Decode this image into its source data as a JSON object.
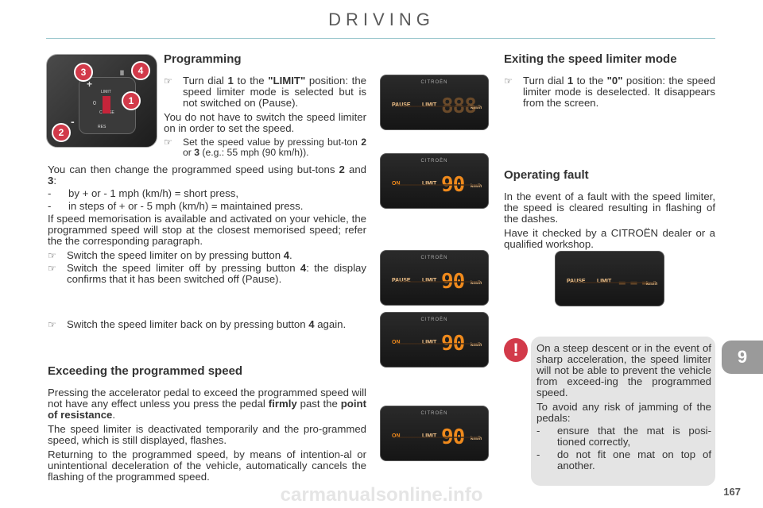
{
  "header": {
    "title": "DRIVING"
  },
  "page": {
    "number": "167",
    "chapter": "9",
    "watermark": "carmanualsonline.info"
  },
  "photo": {
    "badges": [
      "3",
      "4",
      "1",
      "2"
    ],
    "labels": [
      "+",
      "II",
      "LIMIT",
      "0",
      "-",
      "CRUISE",
      "RES"
    ]
  },
  "left": {
    "programming_title": "Programming",
    "prog_bullet1_pre": "Turn dial ",
    "prog_bullet1_b1": "1",
    "prog_bullet1_mid": " to the ",
    "prog_bullet1_b2": "\"LIMIT\"",
    "prog_bullet1_post": " position: the speed limiter mode is selected but is not switched on (Pause).",
    "prog_para1": "You do not have to switch the speed limiter on in order to set the speed.",
    "prog_bullet2_pre": "Set the speed value by pressing but-ton ",
    "prog_bullet2_b1": "2",
    "prog_bullet2_mid": " or ",
    "prog_bullet2_b2": "3",
    "prog_bullet2_post": " (e.g.: 55 mph (90 km/h)).",
    "change_pre": "You can then change the programmed speed using but-tons ",
    "change_b1": "2",
    "change_mid": " and ",
    "change_b2": "3",
    "change_post": ":",
    "dash1": "by + or - 1 mph (km/h) = short press,",
    "dash2": "in steps of + or - 5 mph (km/h) = maintained press.",
    "memo_para": "If speed memorisation is available and activated on your vehicle, the programmed speed will stop at the closest memorised speed; refer the the corresponding paragraph.",
    "switch_on_pre": "Switch the speed limiter on by pressing button ",
    "switch_on_b": "4",
    "switch_on_post": ".",
    "switch_off_pre": "Switch the speed limiter off by pressing button ",
    "switch_off_b": "4",
    "switch_off_post": ": the display confirms that it has been switched off (Pause).",
    "switch_back_pre": "Switch the speed limiter back on by pressing button ",
    "switch_back_b": "4",
    "switch_back_post": " again.",
    "exceed_title": "Exceeding the programmed speed",
    "exceed_p1_pre": "Pressing the accelerator pedal to exceed the programmed speed will not have any effect unless you press the pedal ",
    "exceed_p1_b1": "firmly",
    "exceed_p1_mid": " past the ",
    "exceed_p1_b2": "point of resistance",
    "exceed_p1_post": ".",
    "exceed_p2": "The speed limiter is deactivated temporarily and the pro-grammed speed, which is still displayed, flashes.",
    "exceed_p3": "Returning to the programmed speed, by means of intention-al or unintentional deceleration of the vehicle, automatically cancels the flashing of the programmed speed."
  },
  "displays": [
    {
      "brand": "CITROËN",
      "state": "PAUSE",
      "limit": "LIMIT",
      "digits": "888",
      "kmh": "km/h"
    },
    {
      "brand": "CITROËN",
      "state": "ON",
      "limit": "LIMIT",
      "digits": "90",
      "kmh": "km/h"
    },
    {
      "brand": "CITROËN",
      "state": "PAUSE",
      "limit": "LIMIT",
      "digits": "90",
      "kmh": "km/h"
    },
    {
      "brand": "CITROËN",
      "state": "ON",
      "limit": "LIMIT",
      "digits": "90",
      "kmh": "km/h"
    },
    {
      "brand": "CITROËN",
      "state": "ON",
      "limit": "LIMIT",
      "digits": "90",
      "kmh": "km/h"
    },
    {
      "brand": "",
      "state": "PAUSE",
      "limit": "LIMIT",
      "digits": "---",
      "kmh": "km/h"
    }
  ],
  "right": {
    "exit_title": "Exiting the speed limiter mode",
    "exit_pre": "Turn dial ",
    "exit_b1": "1",
    "exit_mid": " to the ",
    "exit_b2": "\"0\"",
    "exit_post": " position: the speed limiter mode is deselected. It disappears from the screen.",
    "fault_title": "Operating fault",
    "fault_p1": "In the event of a fault with the speed limiter, the speed is cleared resulting in flashing of the dashes.",
    "fault_p2": "Have it checked by a CITROËN dealer or a qualified workshop."
  },
  "warning": {
    "icon": "!",
    "p1": "On a steep descent or in the event of sharp acceleration, the speed limiter will not be able to prevent the vehicle from exceed-ing the programmed speed.",
    "p2": "To avoid any risk of jamming of the pedals:",
    "dash1": "ensure that the mat is posi-tioned correctly,",
    "dash2": "do not fit one mat on top of another."
  },
  "colors": {
    "accent": "#d23a4a",
    "display_orange": "#f08a1c",
    "rule": "#9ec9cf"
  }
}
